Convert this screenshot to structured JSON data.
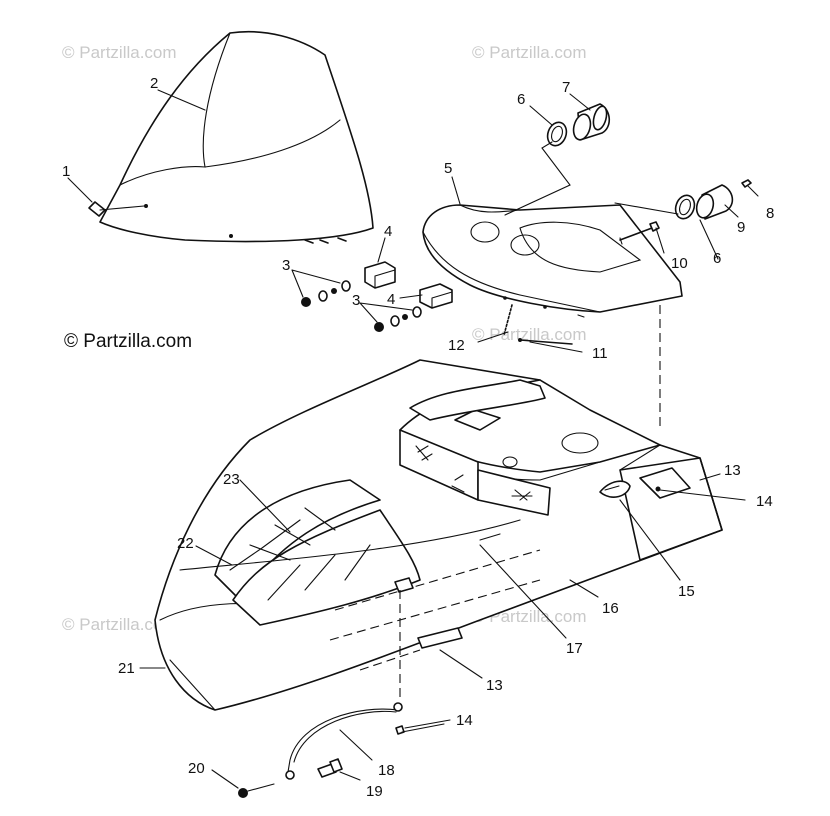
{
  "watermark": "© Partzilla.com",
  "brand_note": "© Partzilla.com",
  "callouts": [
    "1",
    "2",
    "3",
    "3",
    "4",
    "4",
    "5",
    "6",
    "6",
    "7",
    "8",
    "9",
    "10",
    "11",
    "12",
    "13",
    "13",
    "14",
    "14",
    "15",
    "16",
    "17",
    "18",
    "19",
    "20",
    "21",
    "22",
    "23"
  ]
}
